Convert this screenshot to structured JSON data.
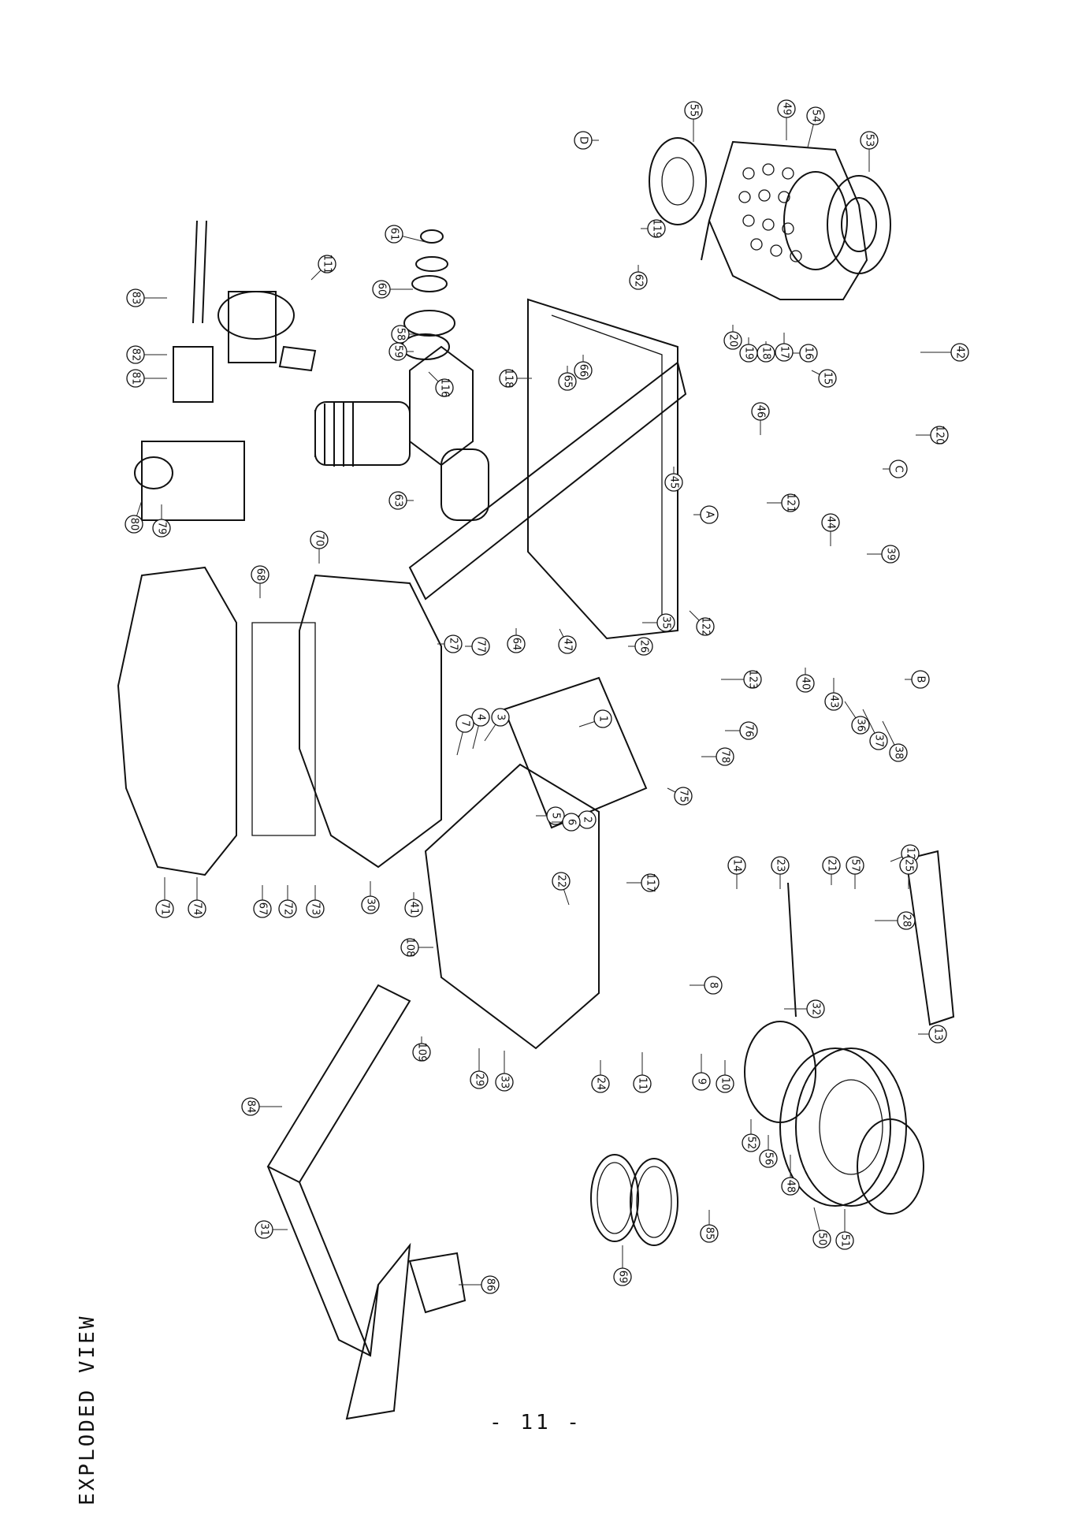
{
  "page": {
    "title": "EXPLODED VIEW",
    "number": "- 11 -"
  },
  "callouts": [
    {
      "id": "c1",
      "label": "1"
    },
    {
      "id": "c2",
      "label": "2"
    },
    {
      "id": "c3",
      "label": "3"
    },
    {
      "id": "c4",
      "label": "4"
    },
    {
      "id": "c5",
      "label": "5"
    },
    {
      "id": "c6",
      "label": "6"
    },
    {
      "id": "c7",
      "label": "7"
    },
    {
      "id": "c8",
      "label": "8"
    },
    {
      "id": "c9",
      "label": "9"
    },
    {
      "id": "c10",
      "label": "10"
    },
    {
      "id": "c11",
      "label": "11"
    },
    {
      "id": "c12",
      "label": "12"
    },
    {
      "id": "c13",
      "label": "13"
    },
    {
      "id": "c14",
      "label": "14"
    },
    {
      "id": "c15",
      "label": "15"
    },
    {
      "id": "c16",
      "label": "16"
    },
    {
      "id": "c17",
      "label": "17"
    },
    {
      "id": "c18",
      "label": "18"
    },
    {
      "id": "c19",
      "label": "19"
    },
    {
      "id": "c20",
      "label": "20"
    },
    {
      "id": "c21",
      "label": "21"
    },
    {
      "id": "c22",
      "label": "22"
    },
    {
      "id": "c23",
      "label": "23"
    },
    {
      "id": "c24",
      "label": "24"
    },
    {
      "id": "c25",
      "label": "25"
    },
    {
      "id": "c26",
      "label": "26"
    },
    {
      "id": "c27",
      "label": "27"
    },
    {
      "id": "c28",
      "label": "28"
    },
    {
      "id": "c29",
      "label": "29"
    },
    {
      "id": "c30",
      "label": "30"
    },
    {
      "id": "c31",
      "label": "31"
    },
    {
      "id": "c32",
      "label": "32"
    },
    {
      "id": "c33",
      "label": "33"
    },
    {
      "id": "c35",
      "label": "35"
    },
    {
      "id": "c36",
      "label": "36"
    },
    {
      "id": "c37",
      "label": "37"
    },
    {
      "id": "c38",
      "label": "38"
    },
    {
      "id": "c39",
      "label": "39"
    },
    {
      "id": "c40",
      "label": "40"
    },
    {
      "id": "c41",
      "label": "41"
    },
    {
      "id": "c42",
      "label": "42"
    },
    {
      "id": "c43",
      "label": "43"
    },
    {
      "id": "c44",
      "label": "44"
    },
    {
      "id": "c45",
      "label": "45"
    },
    {
      "id": "c46",
      "label": "46"
    },
    {
      "id": "c47",
      "label": "47"
    },
    {
      "id": "c48",
      "label": "48"
    },
    {
      "id": "c49",
      "label": "49"
    },
    {
      "id": "c50",
      "label": "50"
    },
    {
      "id": "c51",
      "label": "51"
    },
    {
      "id": "c52",
      "label": "52"
    },
    {
      "id": "c53",
      "label": "53"
    },
    {
      "id": "c54",
      "label": "54"
    },
    {
      "id": "c55",
      "label": "55"
    },
    {
      "id": "c56",
      "label": "56"
    },
    {
      "id": "c57",
      "label": "57"
    },
    {
      "id": "c58",
      "label": "58"
    },
    {
      "id": "c59",
      "label": "59"
    },
    {
      "id": "c60",
      "label": "60"
    },
    {
      "id": "c61",
      "label": "61"
    },
    {
      "id": "c62",
      "label": "62"
    },
    {
      "id": "c63",
      "label": "63"
    },
    {
      "id": "c64",
      "label": "64"
    },
    {
      "id": "c65",
      "label": "65"
    },
    {
      "id": "c66",
      "label": "66"
    },
    {
      "id": "c67",
      "label": "67"
    },
    {
      "id": "c68",
      "label": "68"
    },
    {
      "id": "c69",
      "label": "69"
    },
    {
      "id": "c70",
      "label": "70"
    },
    {
      "id": "c71",
      "label": "71"
    },
    {
      "id": "c72",
      "label": "72"
    },
    {
      "id": "c73",
      "label": "73"
    },
    {
      "id": "c74",
      "label": "74"
    },
    {
      "id": "c75",
      "label": "75"
    },
    {
      "id": "c76",
      "label": "76"
    },
    {
      "id": "c77",
      "label": "77"
    },
    {
      "id": "c78",
      "label": "78"
    },
    {
      "id": "c79",
      "label": "79"
    },
    {
      "id": "c80",
      "label": "80"
    },
    {
      "id": "c81",
      "label": "81"
    },
    {
      "id": "c82",
      "label": "82"
    },
    {
      "id": "c83",
      "label": "83"
    },
    {
      "id": "c84",
      "label": "84"
    },
    {
      "id": "c85",
      "label": "85"
    },
    {
      "id": "c86",
      "label": "86"
    },
    {
      "id": "c108",
      "label": "108"
    },
    {
      "id": "c109",
      "label": "109"
    },
    {
      "id": "c111",
      "label": "111"
    },
    {
      "id": "c116",
      "label": "116"
    },
    {
      "id": "c117",
      "label": "117"
    },
    {
      "id": "c118",
      "label": "118"
    },
    {
      "id": "c119",
      "label": "119"
    },
    {
      "id": "c120",
      "label": "120"
    },
    {
      "id": "c121",
      "label": "121"
    },
    {
      "id": "c122",
      "label": "122"
    },
    {
      "id": "c123",
      "label": "123"
    },
    {
      "id": "cA",
      "label": "A"
    },
    {
      "id": "cB",
      "label": "B"
    },
    {
      "id": "cC",
      "label": "C"
    },
    {
      "id": "cD",
      "label": "D"
    }
  ]
}
